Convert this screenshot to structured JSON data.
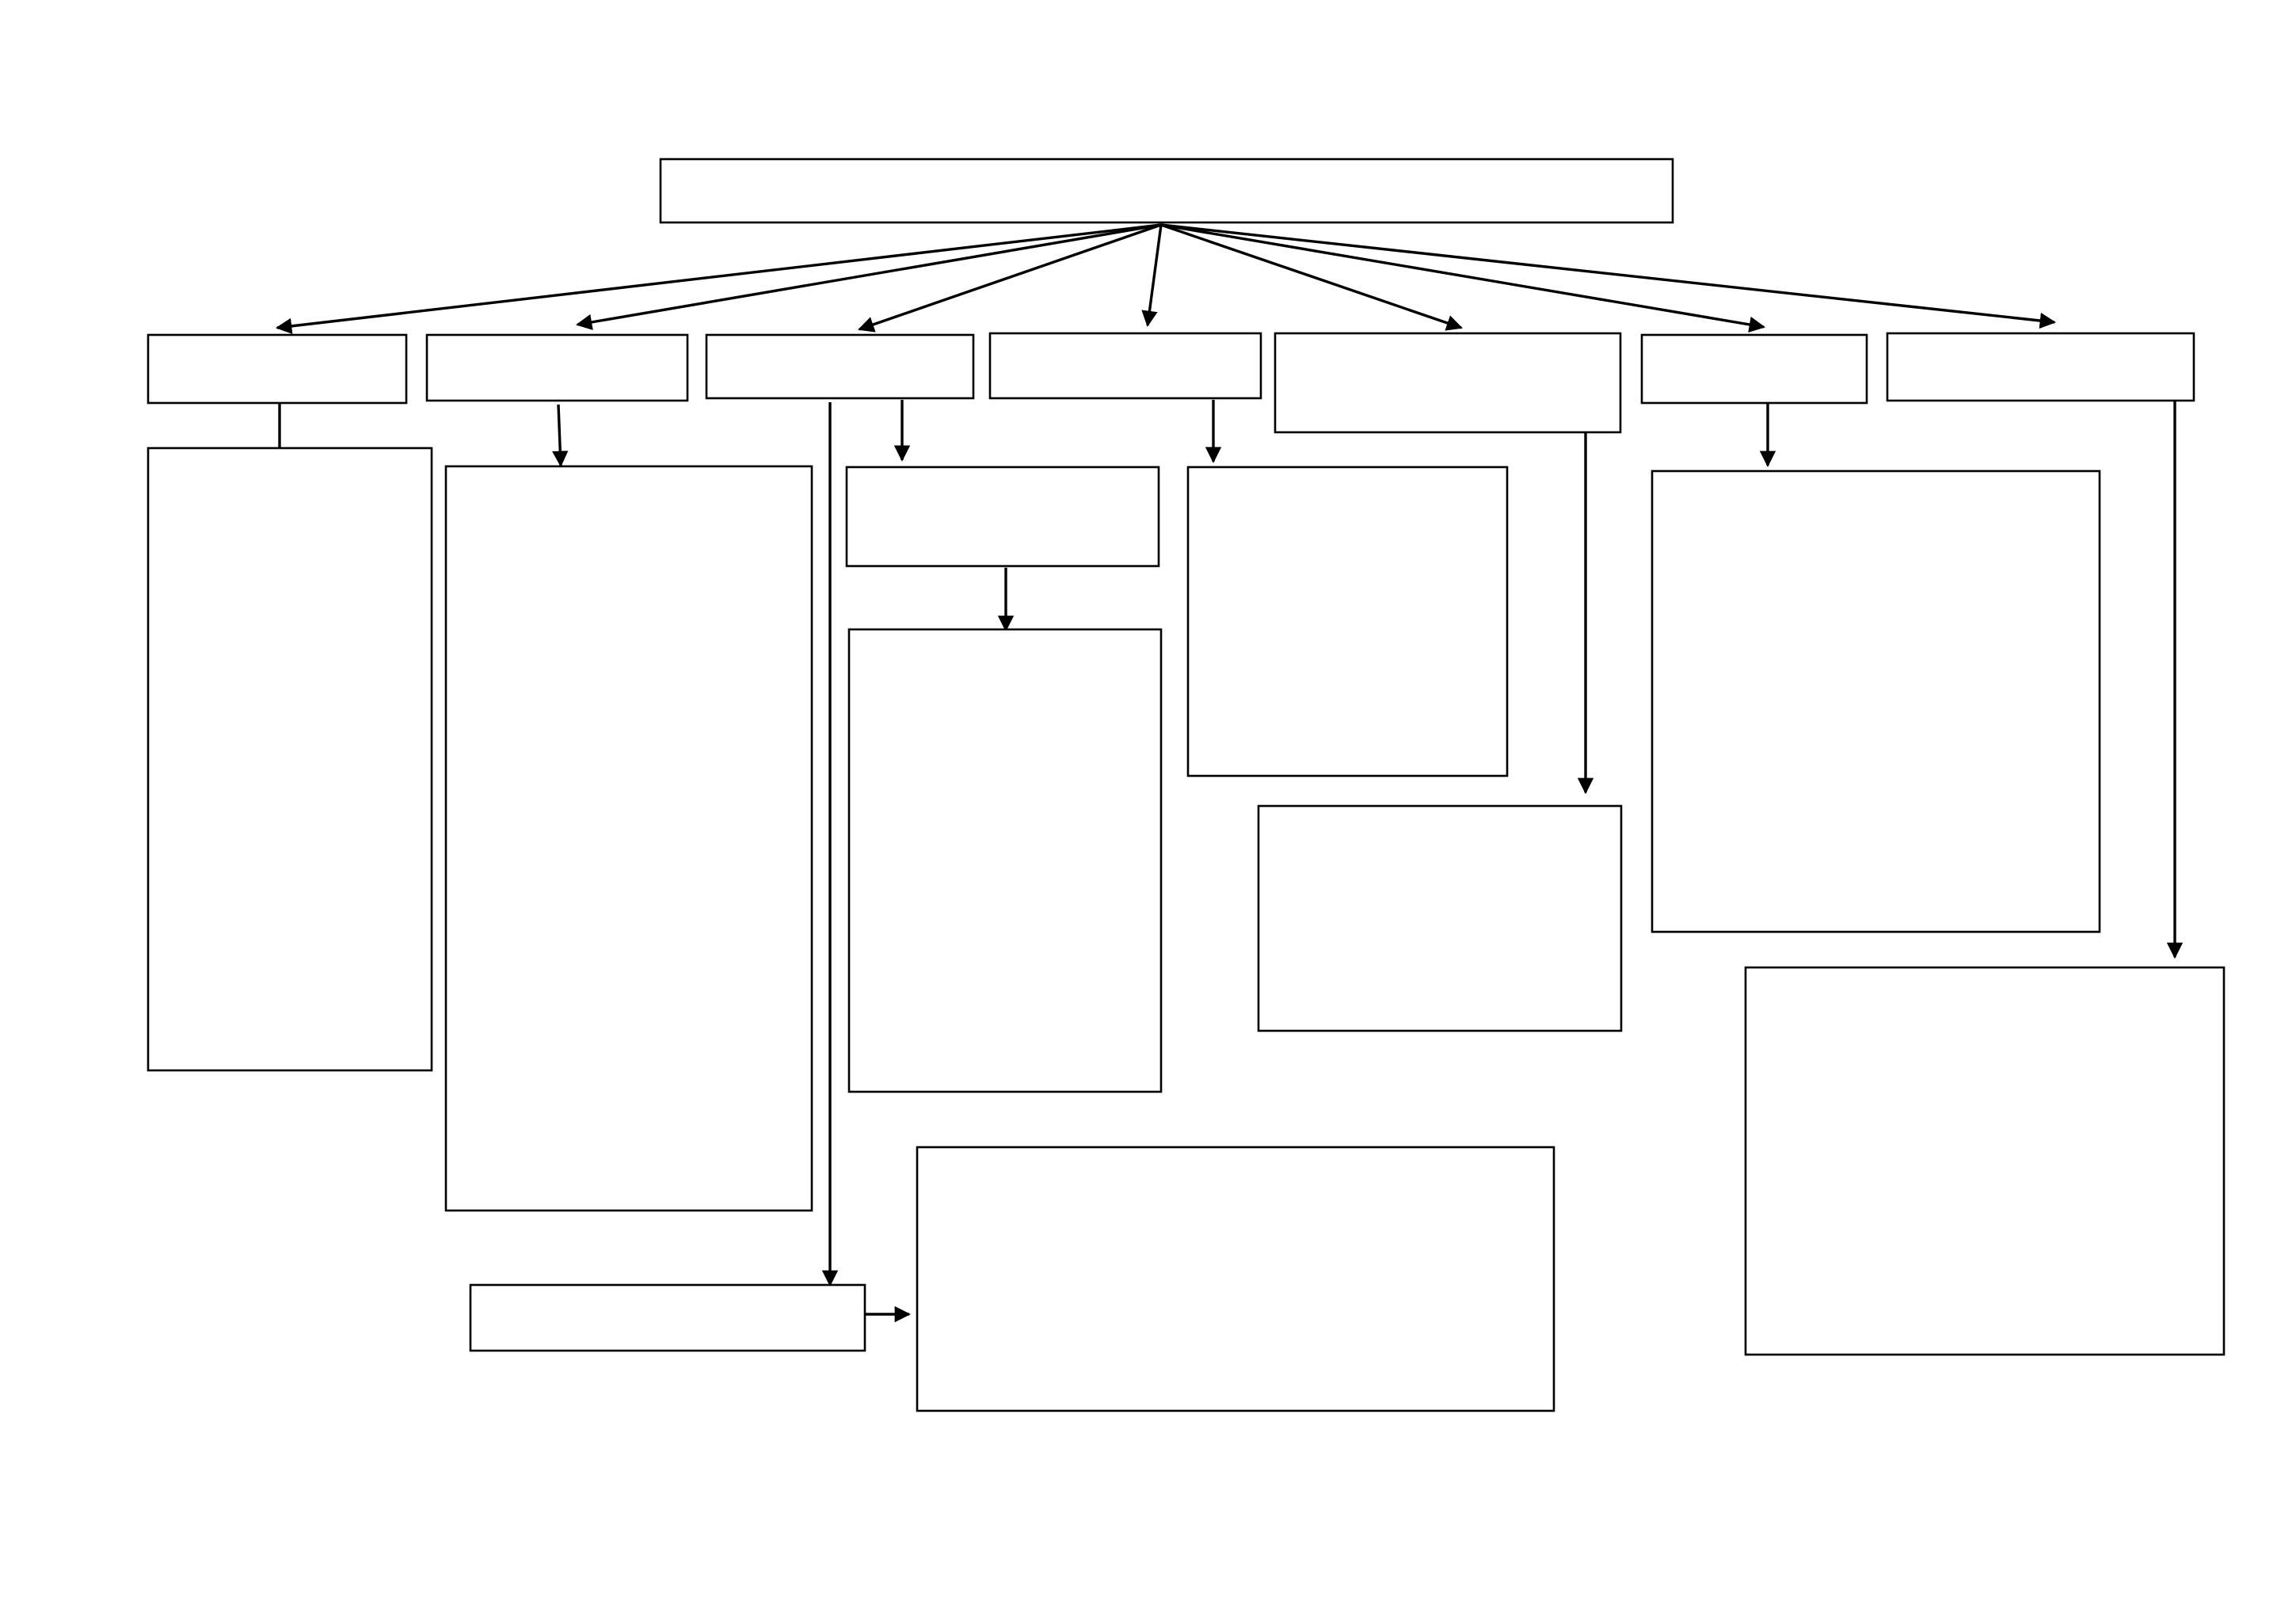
{
  "diagram": {
    "nodes": [
      {
        "id": "root",
        "text": ""
      },
      {
        "id": "level1-a",
        "text": ""
      },
      {
        "id": "level1-b",
        "text": ""
      },
      {
        "id": "level1-c",
        "text": ""
      },
      {
        "id": "level1-d",
        "text": ""
      },
      {
        "id": "level1-e",
        "text": ""
      },
      {
        "id": "level1-f",
        "text": ""
      },
      {
        "id": "level1-g",
        "text": ""
      },
      {
        "id": "a-detail",
        "text": ""
      },
      {
        "id": "b-detail",
        "text": ""
      },
      {
        "id": "c-sub",
        "text": ""
      },
      {
        "id": "c-sub-detail",
        "text": ""
      },
      {
        "id": "c-bottom",
        "text": ""
      },
      {
        "id": "c-bottom-detail",
        "text": ""
      },
      {
        "id": "d-detail",
        "text": ""
      },
      {
        "id": "e-detail",
        "text": ""
      },
      {
        "id": "f-detail",
        "text": ""
      },
      {
        "id": "g-detail",
        "text": ""
      }
    ],
    "edges": [
      {
        "from": "root",
        "to": "level1-a"
      },
      {
        "from": "root",
        "to": "level1-b"
      },
      {
        "from": "root",
        "to": "level1-c"
      },
      {
        "from": "root",
        "to": "level1-d"
      },
      {
        "from": "root",
        "to": "level1-e"
      },
      {
        "from": "root",
        "to": "level1-f"
      },
      {
        "from": "root",
        "to": "level1-g"
      },
      {
        "from": "level1-a",
        "to": "a-detail"
      },
      {
        "from": "level1-b",
        "to": "b-detail"
      },
      {
        "from": "level1-c",
        "to": "c-sub"
      },
      {
        "from": "c-sub",
        "to": "c-sub-detail"
      },
      {
        "from": "level1-c",
        "to": "c-bottom"
      },
      {
        "from": "c-bottom",
        "to": "c-bottom-detail"
      },
      {
        "from": "level1-d",
        "to": "d-detail"
      },
      {
        "from": "level1-e",
        "to": "e-detail"
      },
      {
        "from": "level1-f",
        "to": "f-detail"
      },
      {
        "from": "level1-g",
        "to": "g-detail"
      }
    ]
  }
}
